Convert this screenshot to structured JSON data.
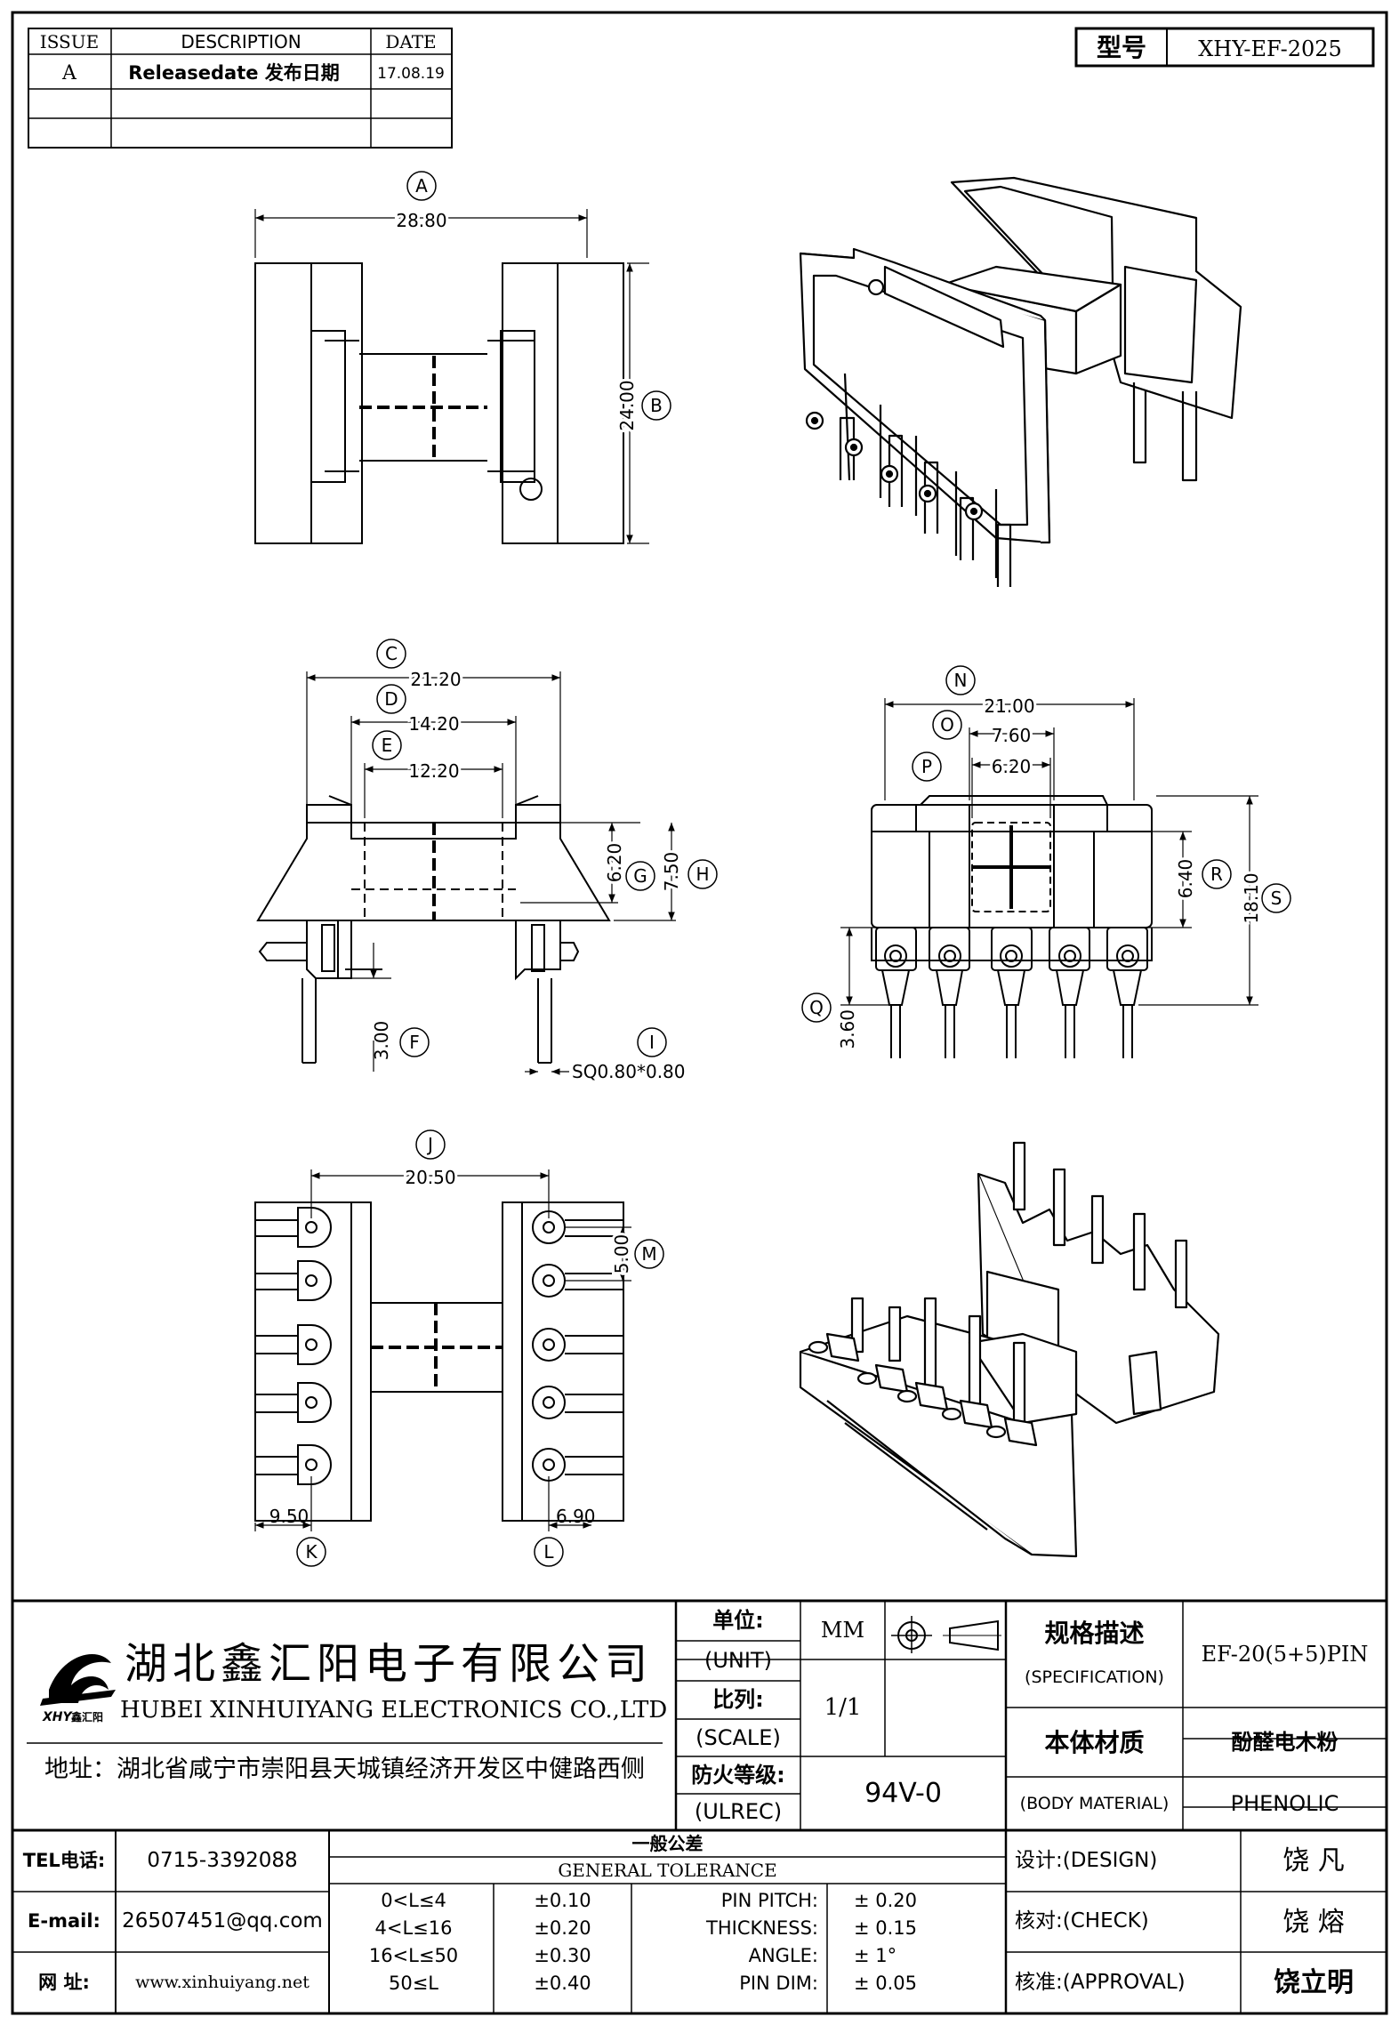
{
  "revision_table": {
    "headers": [
      "ISSUE",
      "DESCRIPTION",
      "DATE"
    ],
    "rows": [
      {
        "issue": "A",
        "description": "Releasedate 发布日期",
        "date": "17.08.19"
      },
      {
        "issue": "",
        "description": "",
        "date": ""
      },
      {
        "issue": "",
        "description": "",
        "date": ""
      }
    ]
  },
  "model": {
    "label": "型号",
    "value": "XHY-EF-2025"
  },
  "dimensions": {
    "A": {
      "letter": "A",
      "value": "28.80"
    },
    "B": {
      "letter": "B",
      "value": "24.00"
    },
    "C": {
      "letter": "C",
      "value": "21.20"
    },
    "D": {
      "letter": "D",
      "value": "14.20"
    },
    "E": {
      "letter": "E",
      "value": "12.20"
    },
    "F": {
      "letter": "F",
      "value": "3.00"
    },
    "G": {
      "letter": "G",
      "value": "6.20"
    },
    "H": {
      "letter": "H",
      "value": "7.50"
    },
    "I": {
      "letter": "I",
      "value": "SQ0.80*0.80"
    },
    "J": {
      "letter": "J",
      "value": "20.50"
    },
    "K": {
      "letter": "K",
      "value": "9.50"
    },
    "L": {
      "letter": "L",
      "value": "6.90"
    },
    "M": {
      "letter": "M",
      "value": "5.00"
    },
    "N": {
      "letter": "N",
      "value": "21.00"
    },
    "O": {
      "letter": "O",
      "value": "7.60"
    },
    "P": {
      "letter": "P",
      "value": "6.20"
    },
    "Q": {
      "letter": "Q",
      "value": "3.60"
    },
    "R": {
      "letter": "R",
      "value": "6.40"
    },
    "S": {
      "letter": "S",
      "value": "18.10"
    }
  },
  "company": {
    "name_cn": "湖北鑫汇阳电子有限公司",
    "name_en": "HUBEI XINHUIYANG ELECTRONICS CO.,LTD",
    "address": "地址：湖北省咸宁市崇阳县天城镇经济开发区中健路西侧",
    "logo_text": "XHY",
    "logo_sub": "鑫汇阳"
  },
  "specs": {
    "unit_label_cn": "单位:",
    "unit_label_en": "(UNIT)",
    "unit_value": "MM",
    "scale_label_cn": "比列:",
    "scale_label_en": "(SCALE)",
    "scale_value": "1/1",
    "fire_label_cn": "防火等级:",
    "fire_label_en": "(ULREC)",
    "fire_value": "94V-0",
    "spec_label_cn": "规格描述",
    "spec_label_en": "(SPECIFICATION)",
    "spec_value": "EF-20(5+5)PIN",
    "material_label_cn": "本体材质",
    "material_label_en": "(BODY MATERIAL)",
    "material_value_cn": "酚醛电木粉",
    "material_value_en": "PHENOLIC"
  },
  "contact": {
    "tel_label": "TEL电话:",
    "tel_value": "0715-3392088",
    "email_label": "E-mail:",
    "email_value": "26507451@qq.com",
    "web_label": "网  址:",
    "web_value": "www.xinhuiyang.net"
  },
  "tolerance": {
    "title_cn": "一般公差",
    "title_en": "GENERAL TOLERANCE",
    "ranges": [
      {
        "range": "0<L≤4",
        "value": "±0.10"
      },
      {
        "range": "4<L≤16",
        "value": "±0.20"
      },
      {
        "range": "16<L≤50",
        "value": "±0.30"
      },
      {
        "range": "50≤L",
        "value": "±0.40"
      }
    ],
    "items": [
      {
        "label": "PIN PITCH:",
        "value": "±  0.20"
      },
      {
        "label": "THICKNESS:",
        "value": "±  0.15"
      },
      {
        "label": "ANGLE:",
        "value": "±  1°"
      },
      {
        "label": "PIN DIM:",
        "value": "±  0.05"
      }
    ]
  },
  "approvals": {
    "design_label": "设计:(DESIGN)",
    "design_name": "饶  凡",
    "check_label": "核对:(CHECK)",
    "check_name": "饶  熔",
    "approval_label": "核准:(APPROVAL)",
    "approval_name": "饶立明"
  }
}
